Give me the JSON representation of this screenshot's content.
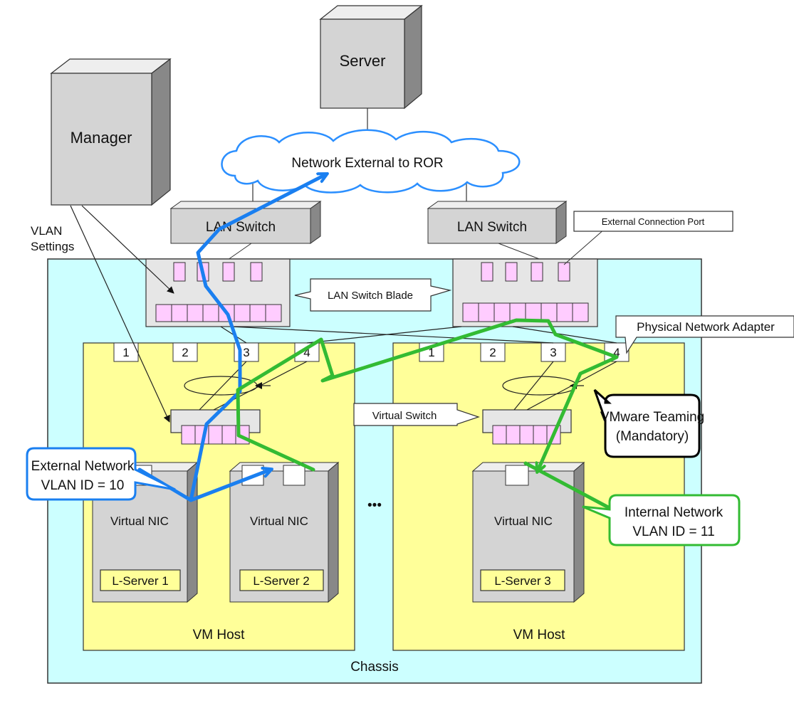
{
  "colors": {
    "chassis_fill": "#ccffff",
    "host_fill": "#ffff99",
    "port_fill": "#ffccff",
    "device_face": "#d4d4d4",
    "device_side": "#888888",
    "device_top": "#eeeeee",
    "external_path": "#1a7ff0",
    "internal_path": "#33bb33",
    "callout_blue": "#1a7ff0",
    "callout_green": "#33bb33"
  },
  "labels": {
    "server": "Server",
    "manager": "Manager",
    "external_network": "Network External to ROR",
    "lan_switch_left": "LAN Switch",
    "lan_switch_right": "LAN Switch",
    "vlan_settings_line1": "VLAN",
    "vlan_settings_line2": "Settings",
    "external_connection_port": "External Connection Port",
    "lan_switch_blade": "LAN Switch Blade",
    "physical_network_adapter": "Physical Network Adapter",
    "virtual_switch": "Virtual Switch",
    "vmware_teaming_line1": "VMware Teaming",
    "vmware_teaming_line2": "(Mandatory)",
    "external_vlan_line1": "External Network",
    "external_vlan_line2": "VLAN ID = 10",
    "internal_vlan_line1": "Internal Network",
    "internal_vlan_line2": "VLAN ID = 11",
    "ellipsis": "•••",
    "vm_host_left": "VM Host",
    "vm_host_right": "VM Host",
    "chassis": "Chassis",
    "virtual_nic": "Virtual NIC",
    "lserver_1": "L-Server 1",
    "lserver_2": "L-Server 2",
    "lserver_3": "L-Server 3"
  },
  "host_ports_left": [
    "1",
    "2",
    "3",
    "4"
  ],
  "host_ports_right": [
    "1",
    "2",
    "3",
    "4"
  ]
}
